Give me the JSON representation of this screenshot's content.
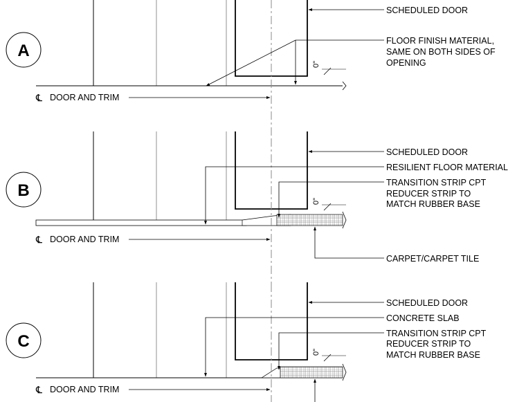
{
  "details": [
    {
      "bubble": "A",
      "labels": [
        "SCHEDULED DOOR",
        "FLOOR FINISH MATERIAL,",
        "SAME ON BOTH SIDES OF",
        "OPENING"
      ],
      "dim": "0\"",
      "centerline": "DOOR AND TRIM"
    },
    {
      "bubble": "B",
      "labels": [
        "SCHEDULED DOOR",
        "RESILIENT FLOOR MATERIAL",
        "TRANSITION STRIP CPT",
        "REDUCER STRIP TO",
        "MATCH RUBBER BASE",
        "CARPET/CARPET TILE"
      ],
      "dim": "0\"",
      "centerline": "DOOR AND TRIM"
    },
    {
      "bubble": "C",
      "labels": [
        "SCHEDULED DOOR",
        "CONCRETE SLAB",
        "TRANSITION STRIP CPT",
        "REDUCER STRIP TO",
        "MATCH RUBBER BASE"
      ],
      "dim": "0\"",
      "centerline": "DOOR AND TRIM"
    }
  ],
  "centerline_symbol": "℄"
}
